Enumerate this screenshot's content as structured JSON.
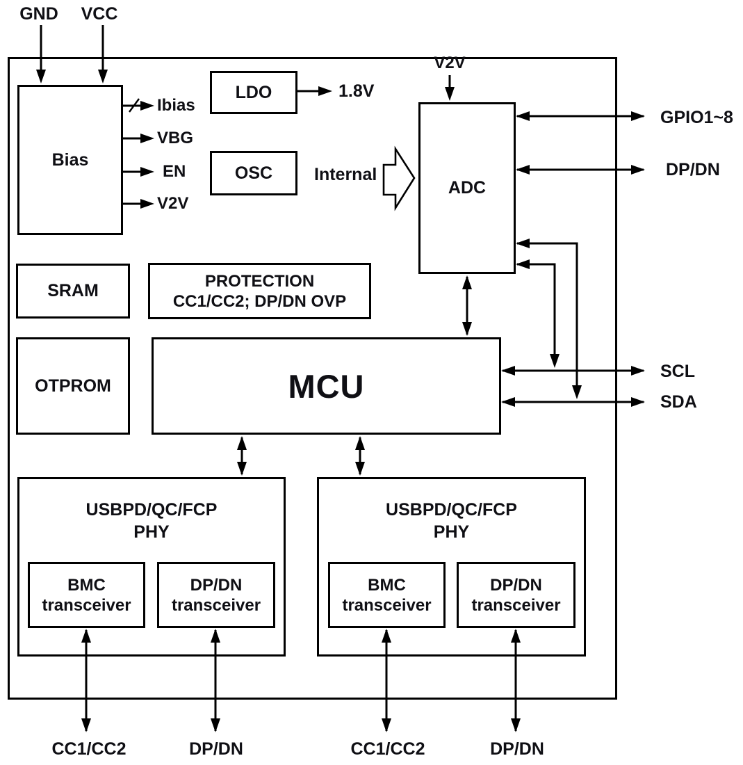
{
  "colors": {
    "line": "#000000",
    "text": "#0f0f14",
    "vbg_line": "#8696bb",
    "background": "#ffffff"
  },
  "pins": {
    "top": {
      "gnd": "GND",
      "vcc": "VCC"
    },
    "right": {
      "gpio": "GPIO1~8",
      "dpdn": "DP/DN",
      "scl": "SCL",
      "sda": "SDA"
    },
    "bottom": [
      "CC1/CC2",
      "DP/DN",
      "CC1/CC2",
      "DP/DN"
    ]
  },
  "bias_outputs": {
    "ibias": "Ibias",
    "vbg": "VBG",
    "en": "EN",
    "v2v": "V2V"
  },
  "blocks": {
    "bias": "Bias",
    "ldo": "LDO",
    "osc": "OSC",
    "adc": "ADC",
    "sram": "SRAM",
    "otprom": "OTPROM",
    "mcu": "MCU",
    "protection": {
      "line1": "PROTECTION",
      "line2": "CC1/CC2; DP/DN OVP"
    }
  },
  "ldo_output": "1.8V",
  "osc_to_adc_label": "Internal",
  "adc_supply": "V2V",
  "phys": [
    {
      "title_line1": "USBPD/QC/FCP",
      "title_line2": "PHY",
      "bmc_line1": "BMC",
      "bmc_line2": "transceiver",
      "dpdn_line1": "DP/DN",
      "dpdn_line2": "transceiver"
    },
    {
      "title_line1": "USBPD/QC/FCP",
      "title_line2": "PHY",
      "bmc_line1": "BMC",
      "bmc_line2": "transceiver",
      "dpdn_line1": "DP/DN",
      "dpdn_line2": "transceiver"
    }
  ]
}
